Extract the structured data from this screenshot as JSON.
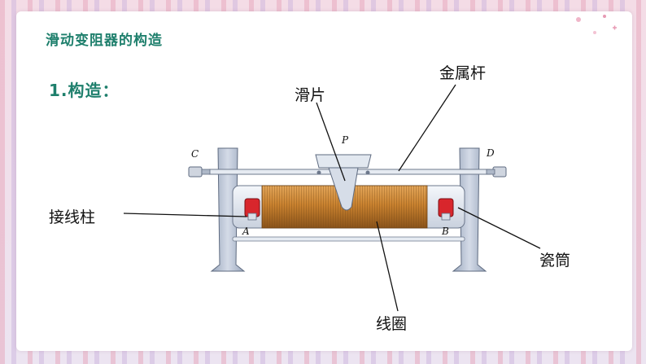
{
  "page": {
    "title": "滑动变阻器的构造",
    "section_heading": "1.构造："
  },
  "diagram": {
    "callouts": {
      "sliding_piece": "滑片",
      "metal_rod": "金属杆",
      "terminal": "接线柱",
      "porcelain_tube": "瓷筒",
      "coil": "线圈"
    },
    "terminal_letters": {
      "c": "C",
      "d": "D",
      "a": "A",
      "b": "B",
      "p": "P"
    }
  },
  "colors": {
    "accent": "#1e7f6c",
    "coil": "#c07a2a",
    "frame": "#b8c3d6",
    "terminal_cap": "#d8262c"
  }
}
